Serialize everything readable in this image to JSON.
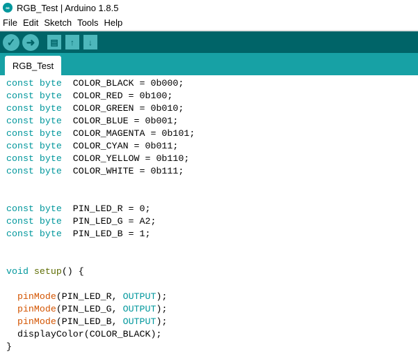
{
  "window": {
    "title": "RGB_Test | Arduino 1.8.5"
  },
  "menu": [
    "File",
    "Edit",
    "Sketch",
    "Tools",
    "Help"
  ],
  "toolbar": {
    "verify": "✓",
    "upload": "➜",
    "new": "▤",
    "open": "↑",
    "save": "↓"
  },
  "tab": {
    "label": "RGB_Test"
  },
  "colors": {
    "keyword": "#00979c",
    "function": "#5e6d03",
    "builtin": "#d35400",
    "toolbar": "#006468",
    "tabbar": "#17a1a5"
  },
  "code": [
    [
      [
        "kw",
        "const byte"
      ],
      [
        "",
        "  COLOR_BLACK = 0b000;"
      ]
    ],
    [
      [
        "kw",
        "const byte"
      ],
      [
        "",
        "  COLOR_RED = 0b100;"
      ]
    ],
    [
      [
        "kw",
        "const byte"
      ],
      [
        "",
        "  COLOR_GREEN = 0b010;"
      ]
    ],
    [
      [
        "kw",
        "const byte"
      ],
      [
        "",
        "  COLOR_BLUE = 0b001;"
      ]
    ],
    [
      [
        "kw",
        "const byte"
      ],
      [
        "",
        "  COLOR_MAGENTA = 0b101;"
      ]
    ],
    [
      [
        "kw",
        "const byte"
      ],
      [
        "",
        "  COLOR_CYAN = 0b011;"
      ]
    ],
    [
      [
        "kw",
        "const byte"
      ],
      [
        "",
        "  COLOR_YELLOW = 0b110;"
      ]
    ],
    [
      [
        "kw",
        "const byte"
      ],
      [
        "",
        "  COLOR_WHITE = 0b111;"
      ]
    ],
    [],
    [],
    [
      [
        "kw",
        "const byte"
      ],
      [
        "",
        "  PIN_LED_R = 0;"
      ]
    ],
    [
      [
        "kw",
        "const byte"
      ],
      [
        "",
        "  PIN_LED_G = A2;"
      ]
    ],
    [
      [
        "kw",
        "const byte"
      ],
      [
        "",
        "  PIN_LED_B = 1;"
      ]
    ],
    [],
    [],
    [
      [
        "kw",
        "void"
      ],
      [
        "",
        " "
      ],
      [
        "fn",
        "setup"
      ],
      [
        "",
        "() {"
      ]
    ],
    [],
    [
      [
        "",
        "  "
      ],
      [
        "pm",
        "pinMode"
      ],
      [
        "",
        "(PIN_LED_R, "
      ],
      [
        "kw",
        "OUTPUT"
      ],
      [
        "",
        ");"
      ]
    ],
    [
      [
        "",
        "  "
      ],
      [
        "pm",
        "pinMode"
      ],
      [
        "",
        "(PIN_LED_G, "
      ],
      [
        "kw",
        "OUTPUT"
      ],
      [
        "",
        ");"
      ]
    ],
    [
      [
        "",
        "  "
      ],
      [
        "pm",
        "pinMode"
      ],
      [
        "",
        "(PIN_LED_B, "
      ],
      [
        "kw",
        "OUTPUT"
      ],
      [
        "",
        ");"
      ]
    ],
    [
      [
        "",
        "  displayColor(COLOR_BLACK);"
      ]
    ],
    [
      [
        "",
        "}"
      ]
    ]
  ]
}
